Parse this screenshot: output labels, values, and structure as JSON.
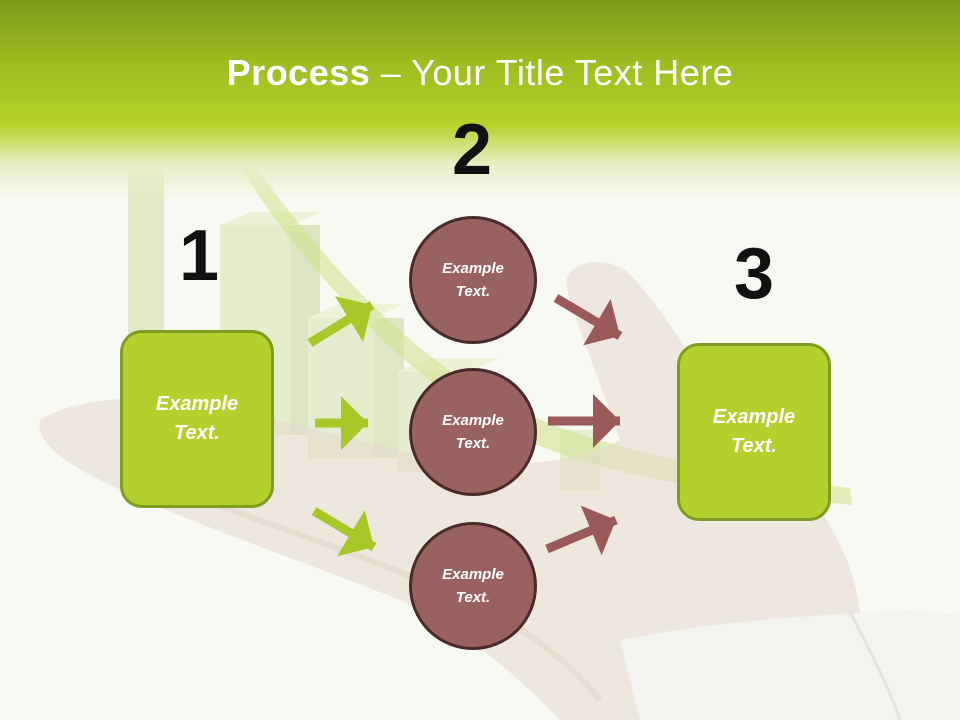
{
  "slide": {
    "title_bold": "Process",
    "title_rest": " – Your Title Text Here"
  },
  "steps": {
    "one": {
      "number": "1",
      "text": "Example Text."
    },
    "two": {
      "number": "2"
    },
    "three": {
      "number": "3",
      "text": "Example Text."
    }
  },
  "circles": [
    {
      "text": "Example Text."
    },
    {
      "text": "Example Text."
    },
    {
      "text": "Example Text."
    }
  ],
  "colors": {
    "header_green": "#9cbb1f",
    "box_green": "#b3d02c",
    "box_border": "#7e9c1f",
    "circle_fill": "#9a6161",
    "circle_border": "#4a2a2a",
    "arrow_green": "#a8c82a",
    "arrow_maroon": "#9a5a5a"
  }
}
